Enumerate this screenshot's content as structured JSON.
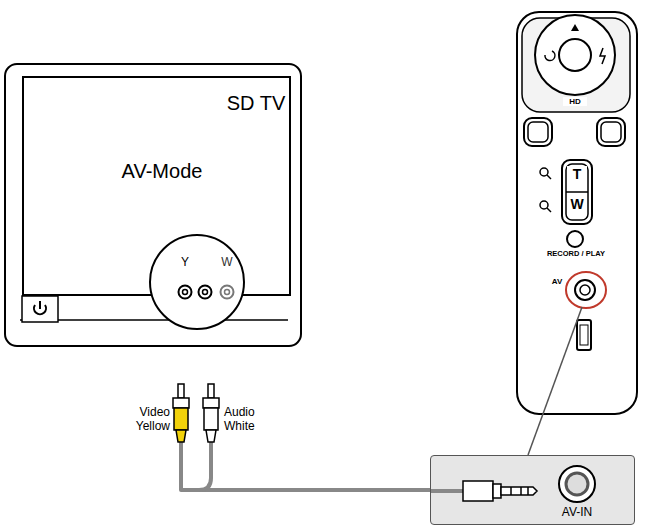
{
  "diagram": {
    "nodes": [
      {
        "text": [
          "SD TV",
          "AV-Mode"
        ]
      },
      {
        "text": [
          "Y",
          "W"
        ]
      },
      {
        "text": [
          "AV-IN"
        ]
      }
    ],
    "labels": [
      "Video Yellow",
      "Audio White",
      "HD",
      "T",
      "W",
      "RECORD / PLAY",
      "AV"
    ]
  }
}
